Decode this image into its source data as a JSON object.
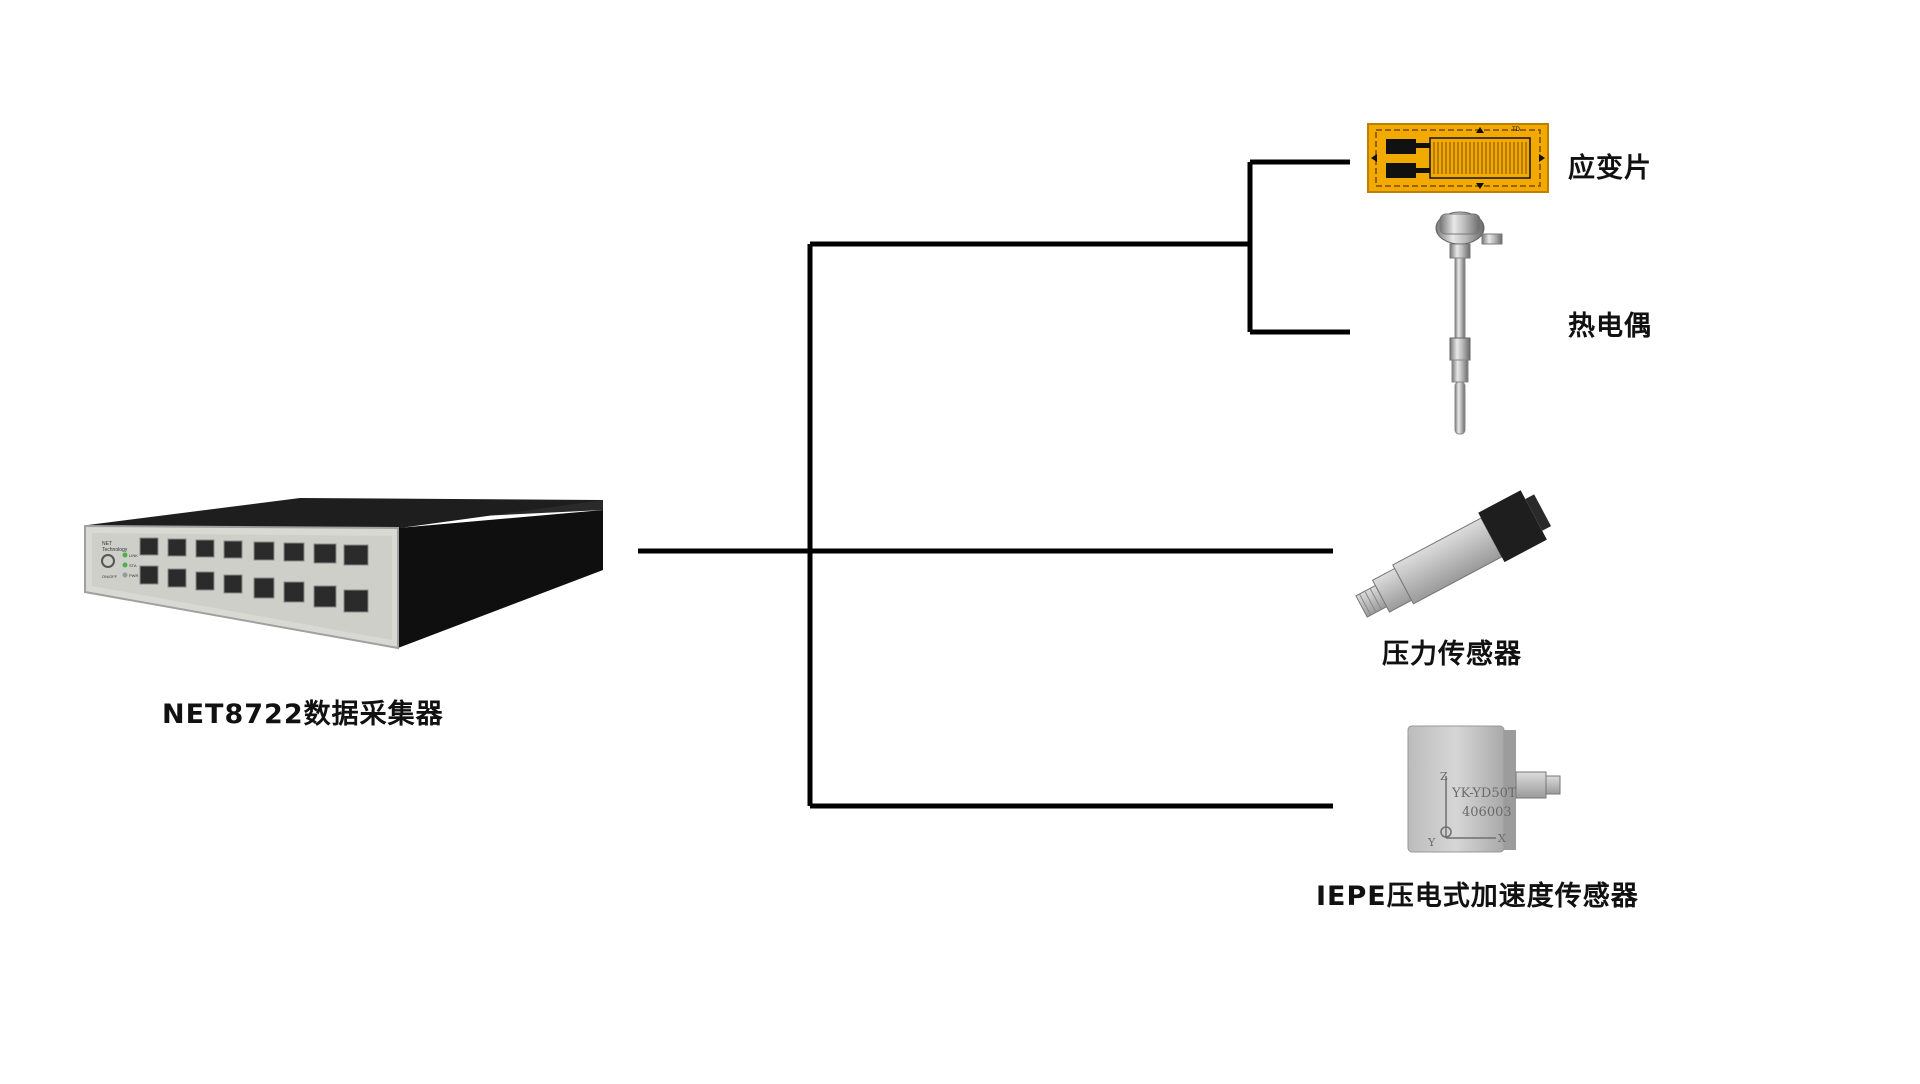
{
  "device": {
    "name": "NET8722数据采集器",
    "brand_lines": [
      "NET",
      "Technology"
    ],
    "status_labels": [
      "LINK",
      "STA",
      "PWR",
      "ON/OFF"
    ]
  },
  "sensors": {
    "strain_gauge": {
      "label": "应变片",
      "marking": "TD"
    },
    "thermocouple": {
      "label": "热电偶"
    },
    "pressure_sensor": {
      "label": "压力传感器"
    },
    "accelerometer": {
      "label": "IEPE压电式加速度传感器",
      "model": "YK-YD50T",
      "serial": "406003",
      "axes": [
        "Z",
        "X",
        "Y"
      ]
    }
  },
  "colors": {
    "line": "#000000",
    "strain_gauge_body": "#f2a900",
    "device_body": "#141414",
    "device_front": "#d9d9d4",
    "sensor_metal": "#b8b8b8"
  }
}
